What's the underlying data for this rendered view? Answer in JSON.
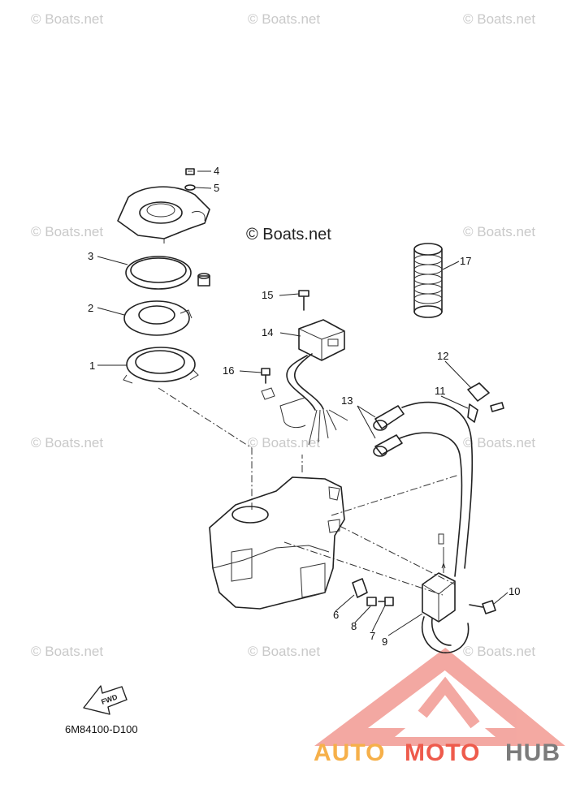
{
  "watermark_text": "© Boats.net",
  "center_watermark": "© Boats.net",
  "diagram_code": "6M84100-D100",
  "fwd_label": "FWD",
  "brand": {
    "part1": "AUTO",
    "part2": "MOTO",
    "part3": "HUB",
    "color_orange": "#f6b04a",
    "color_red": "#ee5b4c",
    "color_gray": "#7b7b7b"
  },
  "callouts": [
    "1",
    "2",
    "3",
    "4",
    "5",
    "6",
    "7",
    "8",
    "9",
    "10",
    "11",
    "12",
    "13",
    "14",
    "15",
    "16",
    "17"
  ]
}
